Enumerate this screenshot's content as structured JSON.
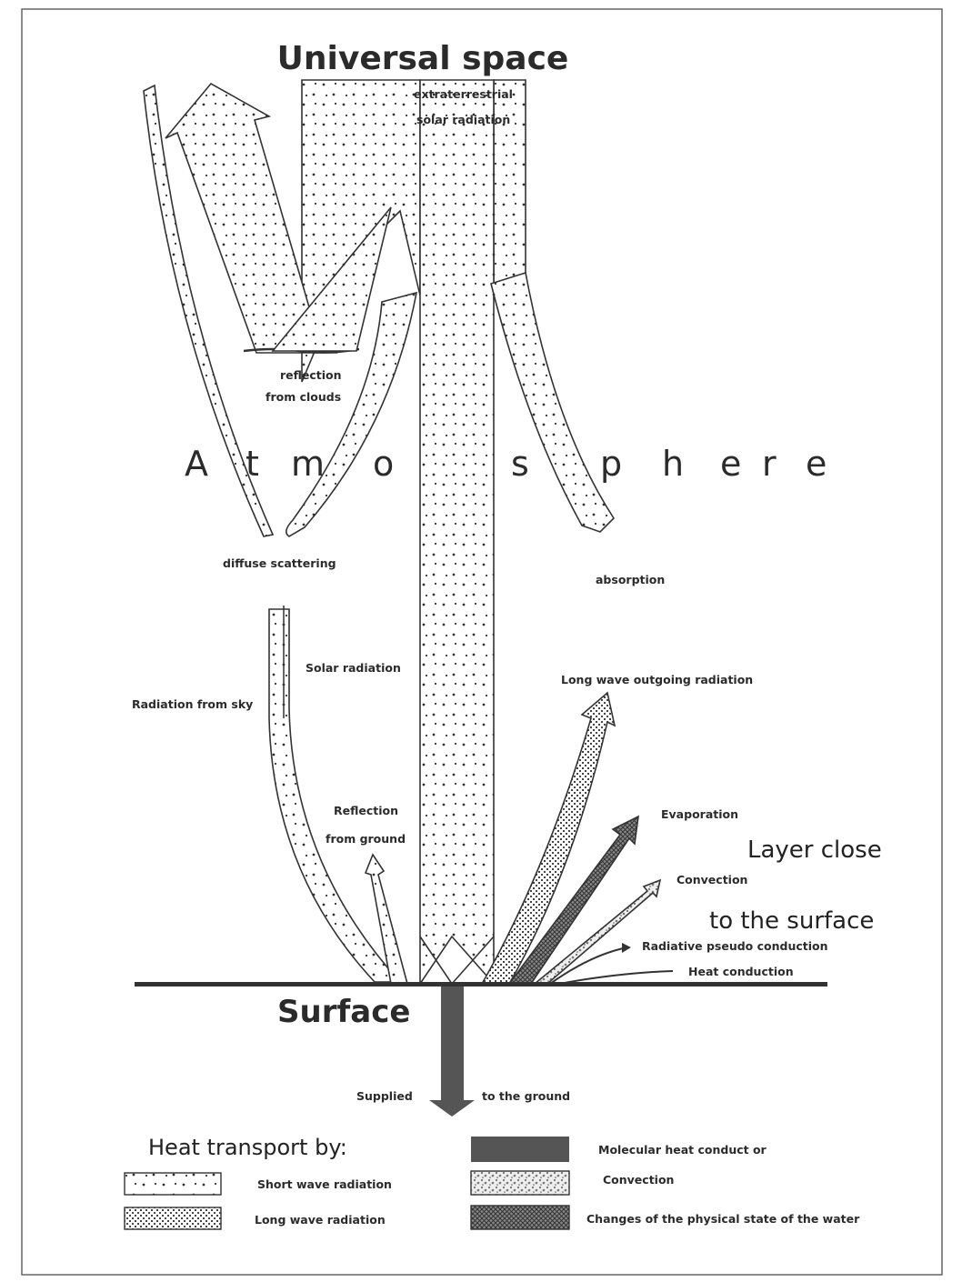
{
  "labels": {
    "universal_space": "Universal space",
    "extraterrestrial_1": "extraterrestrial",
    "extraterrestrial_2": "solar radiation",
    "reflection_clouds_1": "reflection",
    "reflection_clouds_2": "from clouds",
    "atmosphere": [
      "A",
      "t",
      "m",
      "o",
      "s",
      "p",
      "h",
      "e",
      "r",
      "e"
    ],
    "diffuse_scattering": "diffuse scattering",
    "absorption": "absorption",
    "solar_radiation": "Solar radiation",
    "radiation_from_sky": "Radiation from sky",
    "long_wave_outgoing": "Long wave outgoing radiation",
    "reflection_ground_1": "Reflection",
    "reflection_ground_2": "from ground",
    "evaporation": "Evaporation",
    "layer_close_1": "Layer close",
    "layer_close_2": "to the surface",
    "convection": "Convection",
    "radiative_pseudo": "Radiative pseudo conduction",
    "heat_conduction": "Heat conduction",
    "surface": "Surface",
    "supplied": "Supplied",
    "to_the_ground": "to the ground"
  },
  "legend": {
    "title": "Heat transport by:",
    "items": [
      {
        "label": "Short wave radiation",
        "pattern": "dots"
      },
      {
        "label": "Long wave radiation",
        "pattern": "dense"
      },
      {
        "label": "Molecular heat conduct or",
        "pattern": "solid"
      },
      {
        "label": "Convection",
        "pattern": "conv"
      },
      {
        "label": "Changes of the physical state of the water",
        "pattern": "cross"
      }
    ]
  },
  "colors": {
    "ink": "#2b2b2b",
    "solid": "#555555",
    "paper": "#ffffff"
  }
}
